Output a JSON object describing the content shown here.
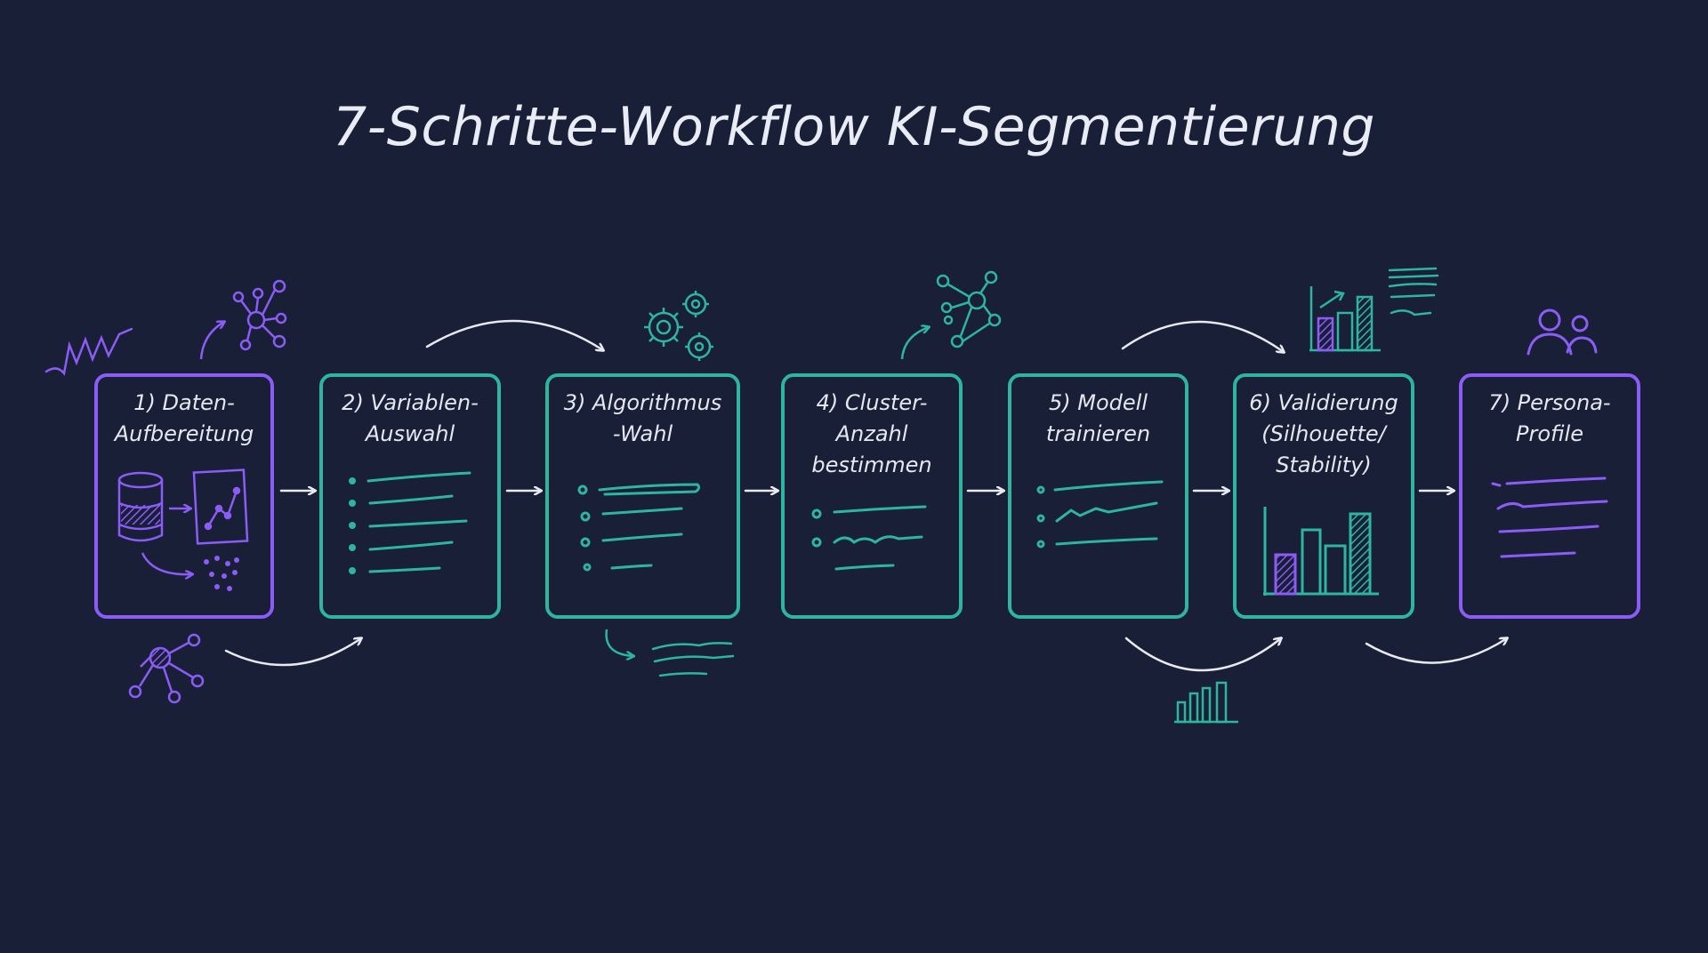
{
  "title": "7-Schritte-Workflow KI-Segmentierung",
  "colors": {
    "background": "#181f37",
    "teal": "#2db5a0",
    "purple": "#8b5cf6",
    "text": "#e6e8f0"
  },
  "steps": [
    {
      "label": "1) Daten-\nAufbereitung",
      "color": "purple",
      "icon": "database-to-chart-icon"
    },
    {
      "label": "2) Variablen-\nAuswahl",
      "color": "teal",
      "icon": "bullet-list-icon"
    },
    {
      "label": "3) Algorithmus\n-Wahl",
      "color": "teal",
      "icon": "gears-icon"
    },
    {
      "label": "4) Cluster-\nAnzahl\nbestimmen",
      "color": "teal",
      "icon": "cluster-network-icon"
    },
    {
      "label": "5) Modell\ntrainieren",
      "color": "teal",
      "icon": "trend-lines-icon"
    },
    {
      "label": "6) Validierung\n(Silhouette/\nStability)",
      "color": "teal",
      "icon": "bar-chart-icon"
    },
    {
      "label": "7) Persona-\nProfile",
      "color": "purple",
      "icon": "people-icon"
    }
  ]
}
